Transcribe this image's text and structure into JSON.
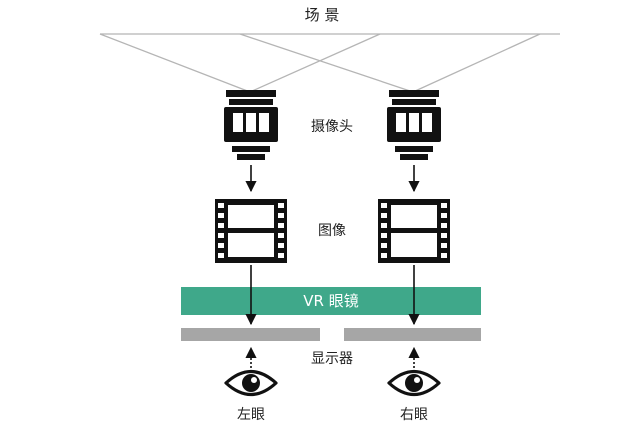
{
  "diagram": {
    "scene_label": "场 景",
    "camera_label": "摄像头",
    "image_label": "图像",
    "vr_label": "VR 眼镜",
    "display_label": "显示器",
    "left_eye_label": "左眼",
    "right_eye_label": "右眼"
  },
  "colors": {
    "vr_band": "#3fa88a",
    "display_bar": "#a6a6a6",
    "scene_lines": "#b5b5b5",
    "ink": "#111111"
  },
  "icons": {
    "camera": "camera-lens-icon",
    "film": "film-frame-icon",
    "eye": "eye-icon"
  }
}
